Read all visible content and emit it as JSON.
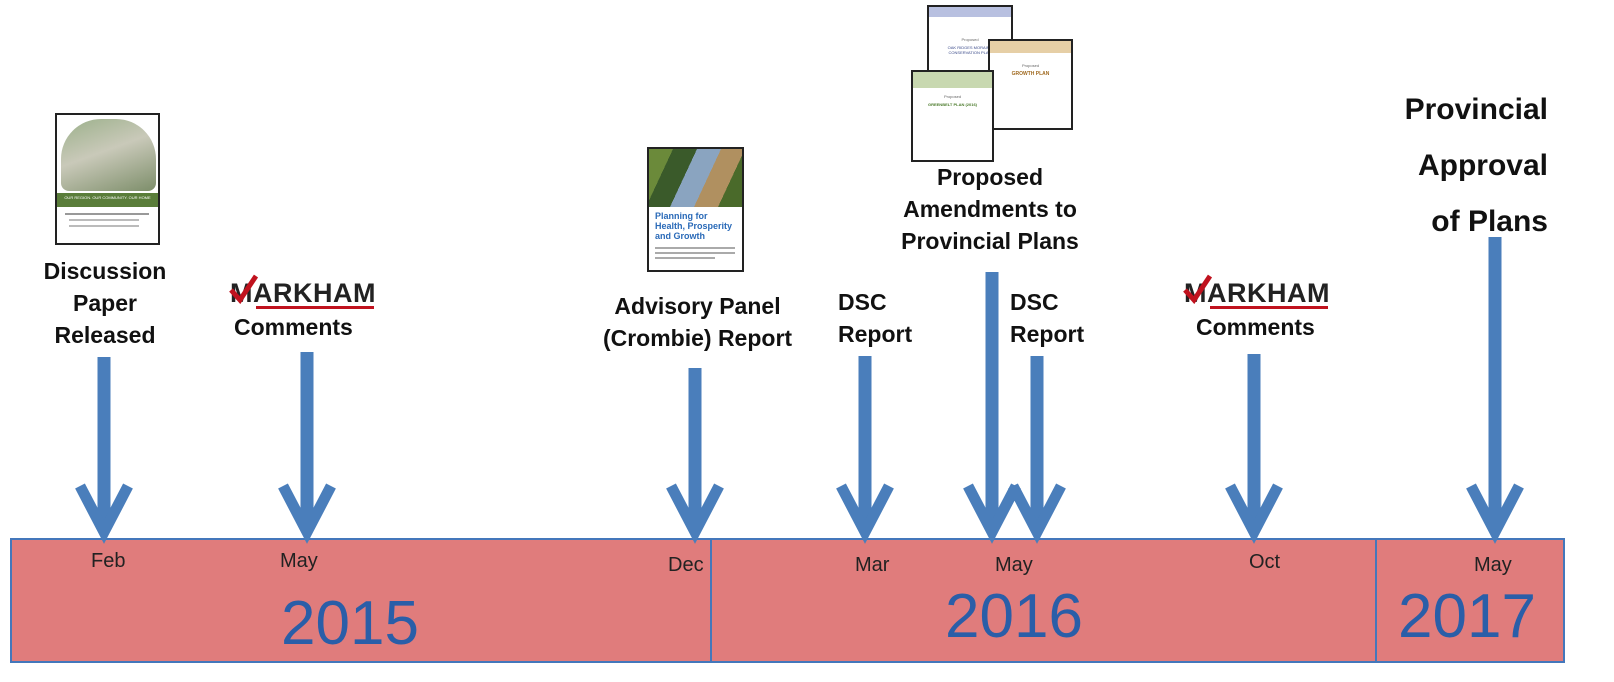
{
  "events": [
    {
      "id": "discussion",
      "label": "Discussion\nPaper\nReleased"
    },
    {
      "id": "markham1",
      "logo": "MARKHAM",
      "label": "Comments"
    },
    {
      "id": "crombie",
      "label": "Advisory Panel\n(Crombie) Report"
    },
    {
      "id": "dsc1",
      "label": "DSC\nReport"
    },
    {
      "id": "amend",
      "label": "Proposed\nAmendments to\nProvincial Plans"
    },
    {
      "id": "dsc2",
      "label": "DSC\nReport"
    },
    {
      "id": "markham2",
      "logo": "MARKHAM",
      "label": "Comments"
    },
    {
      "id": "approval",
      "label": "Provincial\nApproval\nof Plans"
    }
  ],
  "months": [
    "Feb",
    "May",
    "Dec",
    "Mar",
    "May",
    "Oct",
    "May"
  ],
  "years": [
    "2015",
    "2016",
    "2017"
  ],
  "documents": {
    "discussion_cover": "OUR REGION. OUR COMMUNITY. OUR HOME",
    "crombie_cover_title": "Planning for\nHealth, Prosperity\nand Growth",
    "oak_ridges": "OAK RIDGES MORAINE\nCONSERVATION PLAN",
    "growth_plan": "GROWTH PLAN",
    "greenbelt": "GREENBELT PLAN (2016)",
    "proposed": "Proposed"
  },
  "colors": {
    "arrow": "#4a7ebb",
    "bar": "#e07c7c",
    "year": "#2a5ea8",
    "check": "#c0121e"
  }
}
